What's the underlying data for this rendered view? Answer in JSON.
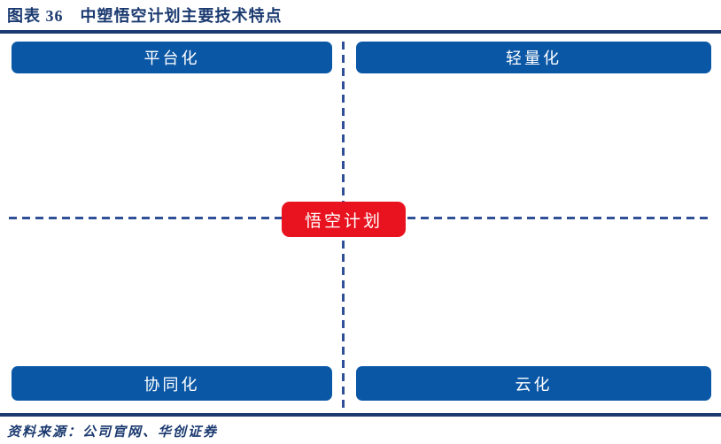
{
  "figure": {
    "title": "图表 36　中塑悟空计划主要技术特点",
    "source": "资料来源：公司官网、华创证券"
  },
  "quadrants": {
    "top_left": "平台化",
    "top_right": "轻量化",
    "bottom_left": "协同化",
    "bottom_right": "云化"
  },
  "center": {
    "label": "悟空计划"
  },
  "colors": {
    "navy_text_and_rules": "#1b3a70",
    "dashed_divider_blue": "#2f4f96",
    "quadrant_bar_blue": "#0a57a6",
    "center_box_red": "#e8131f",
    "bar_text_white": "#ffffff",
    "background": "#ffffff"
  }
}
